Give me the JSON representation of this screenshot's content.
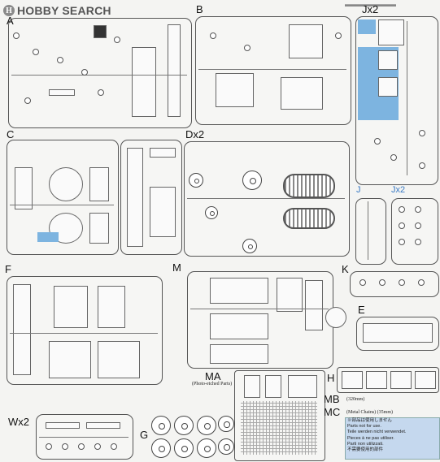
{
  "logo": {
    "text": "HOBBY SEARCH",
    "mark": "H"
  },
  "corner_code": "Jx2",
  "sprues": {
    "A": "A",
    "B": "B",
    "C": "C",
    "D": "Dx2",
    "F": "F",
    "M": "M",
    "J": "J",
    "Jx2_lower": "Jx2",
    "K": "K",
    "E": "E",
    "H": "H",
    "MA": "MA",
    "MB": "MB",
    "MC": "MC",
    "G": "G",
    "W": "Wx2"
  },
  "notes": {
    "photo_etched": "(Photo-etched Parts)",
    "mb_size": "(320mm)",
    "mc_desc": "(Metal Chains) (35mm)"
  },
  "notice_lines": [
    "※部品は使用しません",
    "Parts not for use.",
    "Teile werden nicht verwendet.",
    "Pieces à ne pas utiliser.",
    "Parti non utilizzati.",
    "不需要使用的部件"
  ],
  "colors": {
    "highlight": "#7db4e0",
    "notice_bg": "#c5d8ee",
    "label_blue": "#3a7ac4"
  }
}
